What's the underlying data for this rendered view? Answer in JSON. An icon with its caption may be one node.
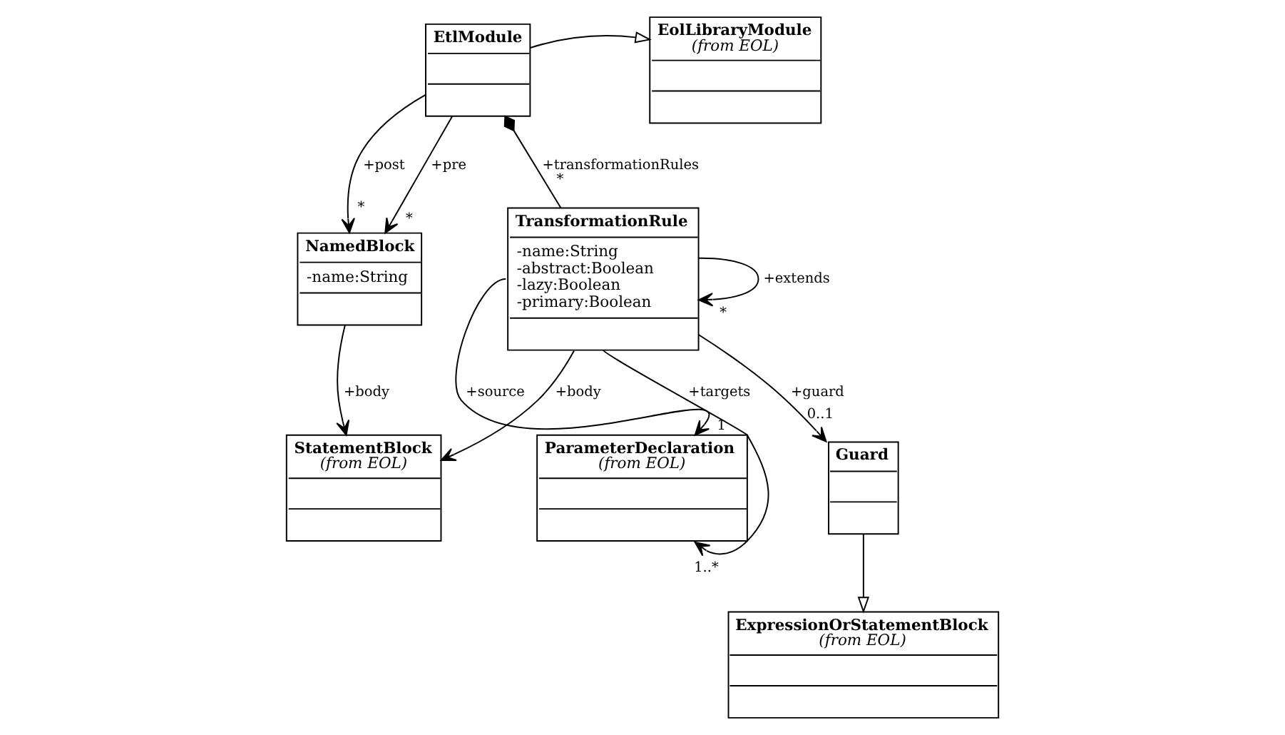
{
  "diagram": {
    "nodes": [
      {
        "text": [
          "NamedBlock",
          "-name:String"
        ]
      },
      {
        "text": [
          "StatementBlock",
          "(from EOL)"
        ]
      },
      {
        "text": [
          "EolLibraryModule",
          "(from EOL)"
        ]
      },
      {
        "text": [
          "EtlModule"
        ]
      },
      {
        "text": [
          "ParameterDeclaration",
          "(from EOL)"
        ]
      },
      {
        "text": [
          "TransformationRule",
          "-name:String",
          "-abstract:Boolean",
          "-lazy:Boolean",
          "-primary:Boolean"
        ]
      },
      {
        "text": [
          "Guard"
        ]
      },
      {
        "text": [
          "ExpressionOrStatementBlock",
          "(from EOL)"
        ]
      }
    ],
    "edges": [
      {
        "from": 3,
        "to": 2,
        "arrow": "to"
      },
      {
        "from": 3,
        "to": 0,
        "arrow": "to",
        "label": "+pre"
      },
      {
        "from": 3,
        "to": 0,
        "arrow": "to",
        "label": "+post"
      },
      {
        "from": 0,
        "to": 1,
        "arrow": "to",
        "label": "+body"
      },
      {
        "from": 5,
        "to": 1,
        "arrow": "to",
        "label": "+body"
      },
      {
        "from": 3,
        "to": 5,
        "arrow": "other",
        "label": "+transformationRules"
      },
      {
        "from": 5,
        "to": 4,
        "arrow": "to",
        "label": "+source"
      },
      {
        "from": 5,
        "to": 4,
        "arrow": "to",
        "label": "+targets"
      },
      {
        "from": 5,
        "to": 6,
        "arrow": "to",
        "label": "+guard"
      },
      {
        "from": 5,
        "to": 5,
        "arrow": "to",
        "label": "+extends"
      },
      {
        "from": 6,
        "to": 7,
        "arrow": "to"
      }
    ],
    "labels": [
      "*",
      "*",
      "*",
      "1",
      "0..1",
      "1..*",
      "*"
    ]
  }
}
